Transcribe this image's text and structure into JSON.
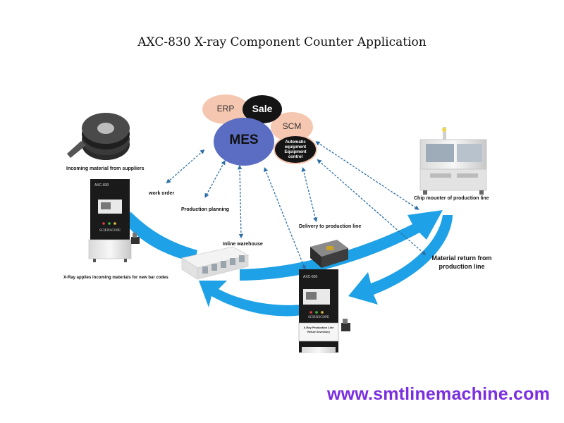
{
  "title": "AXC-830 X-ray Component Counter Application",
  "bubbles": {
    "erp": "ERP",
    "sale": "Sale",
    "scm": "SCM",
    "mes": "MES",
    "auto_line1": "Automatic",
    "auto_line2": "equipment",
    "auto_line3": "Equipment",
    "auto_line4": "control"
  },
  "labels": {
    "incoming": "Incoming material from suppliers",
    "work_order": "work order",
    "production_planning": "Production planning",
    "inline_warehouse": "Inline warehouse",
    "delivery": "Delivery to production line",
    "chip_mounter": "Chip mounter of production line",
    "material_return_1": "Material return from",
    "material_return_2": "production line",
    "xray_applies": "X-Ray applies incoming materials for new bar codes"
  },
  "machines": {
    "left_model": "AXC-830",
    "left_brand": "SCIENSCOPE",
    "center_model": "AXC-830",
    "center_brand": "SCIENSCOPE",
    "center_label_1": "X-Ray Production Line",
    "center_label_2": "Return Inventory"
  },
  "website": "www.smtlinemachine.com",
  "colors": {
    "flow_arrow": "#1ea1e6",
    "dotted_arrow": "#2b6fa6",
    "mes": "#5b6dc2",
    "sale": "#141414",
    "erp_scm": "#f5c6b0",
    "website": "#7a2ee0"
  }
}
